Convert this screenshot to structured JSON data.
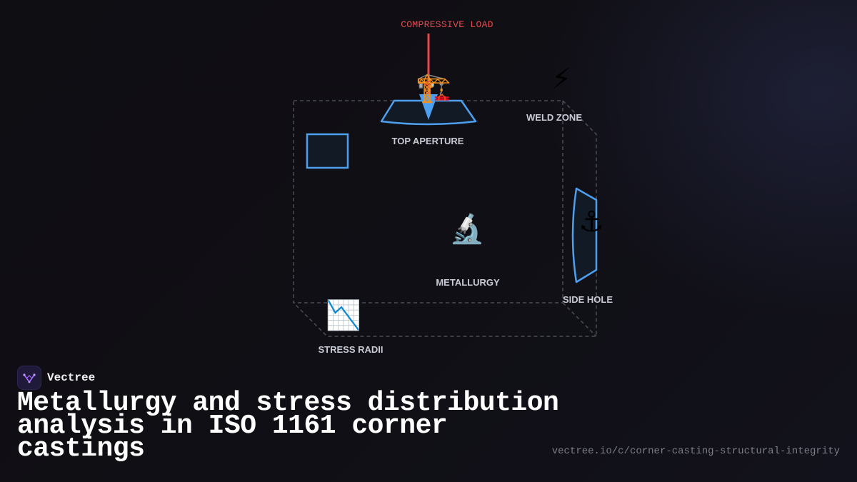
{
  "diagram": {
    "load_label": "COMPRESSIVE LOAD",
    "parts": [
      {
        "id": "top-aperture",
        "label": "TOP APERTURE",
        "icon": "construction-crane-icon",
        "glyph": "🏗️"
      },
      {
        "id": "weld-zone",
        "label": "WELD ZONE",
        "icon": "lightning-bolt-icon",
        "glyph": "⚡"
      },
      {
        "id": "metallurgy",
        "label": "METALLURGY",
        "icon": "microscope-icon",
        "glyph": "🔬"
      },
      {
        "id": "side-hole",
        "label": "SIDE HOLE",
        "icon": "anchor-icon",
        "glyph": "⚓"
      },
      {
        "id": "stress-radii",
        "label": "STRESS RADII",
        "icon": "chart-decreasing-icon",
        "glyph": "📉"
      }
    ],
    "colors": {
      "load_arrow": "#e5484d",
      "aperture_outline": "#4d9ff0",
      "aperture_fill": "#121a26",
      "box_dashes": "#4a4c57",
      "background": "#0f0e13"
    }
  },
  "brand": {
    "name": "Vectree",
    "logo_icon": "vectree-logo-icon"
  },
  "title": "Metallurgy and stress distribution analysis in ISO 1161 corner castings",
  "url": "vectree.io/c/corner-casting-structural-integrity"
}
